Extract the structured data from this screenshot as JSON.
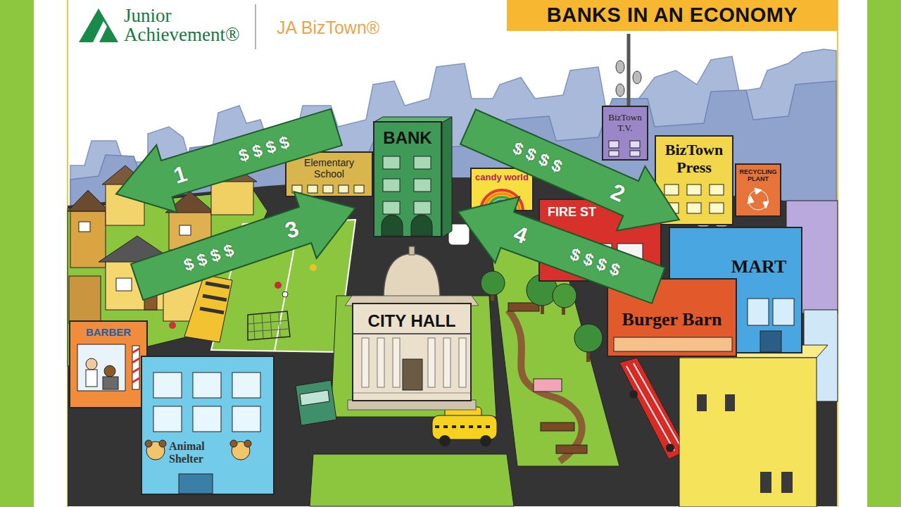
{
  "diagram": {
    "title": "BANKS IN AN ECONOMY",
    "nodes": [
      {
        "text": [
          "BizTown T.V."
        ]
      },
      {
        "text": [
          "$ $ $ $",
          "1"
        ]
      },
      {
        "text": [
          "BANK"
        ]
      },
      {
        "text": [
          "$ $ $ $",
          "2"
        ]
      },
      {
        "text": [
          "Elementary School"
        ]
      },
      {
        "text": [
          "BizTown Press"
        ]
      },
      {
        "text": [
          "RECYCLING PLANT"
        ]
      },
      {
        "text": [
          "candy world"
        ]
      },
      {
        "text": [
          "$ $ $ $",
          "3"
        ]
      },
      {
        "text": [
          "$ $ $ $",
          "4"
        ]
      },
      {
        "text": [
          "FIRE ST"
        ]
      },
      {
        "text": [
          "MART"
        ]
      },
      {
        "text": [
          "Burger Barn"
        ]
      },
      {
        "text": [
          "CITY HALL"
        ]
      },
      {
        "text": [
          "BARBER"
        ]
      },
      {
        "text": [
          "Animal Shelter"
        ]
      }
    ],
    "labels": [
      "Junior Achievement®",
      "JA BizTown®"
    ]
  }
}
